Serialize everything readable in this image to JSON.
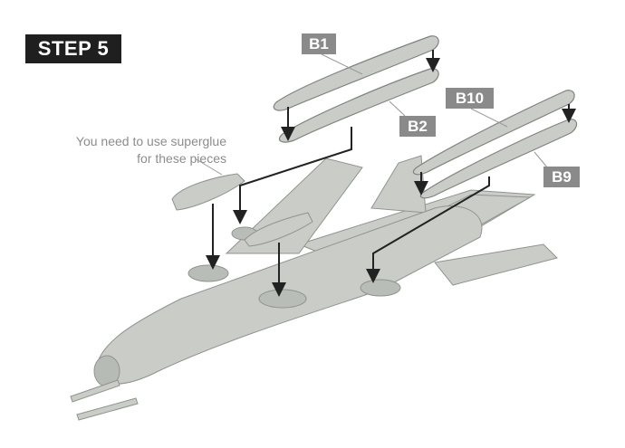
{
  "step": {
    "label": "STEP 5"
  },
  "note": {
    "line1": "You need to use superglue",
    "line2": "for these pieces"
  },
  "parts": {
    "b1": "B1",
    "b2": "B2",
    "b10": "B10",
    "b9": "B9"
  },
  "colors": {
    "model_fill": "#c9ccc7",
    "model_stroke": "#8f948e",
    "line": "#222222",
    "label_bg": "#8a8a8a"
  }
}
